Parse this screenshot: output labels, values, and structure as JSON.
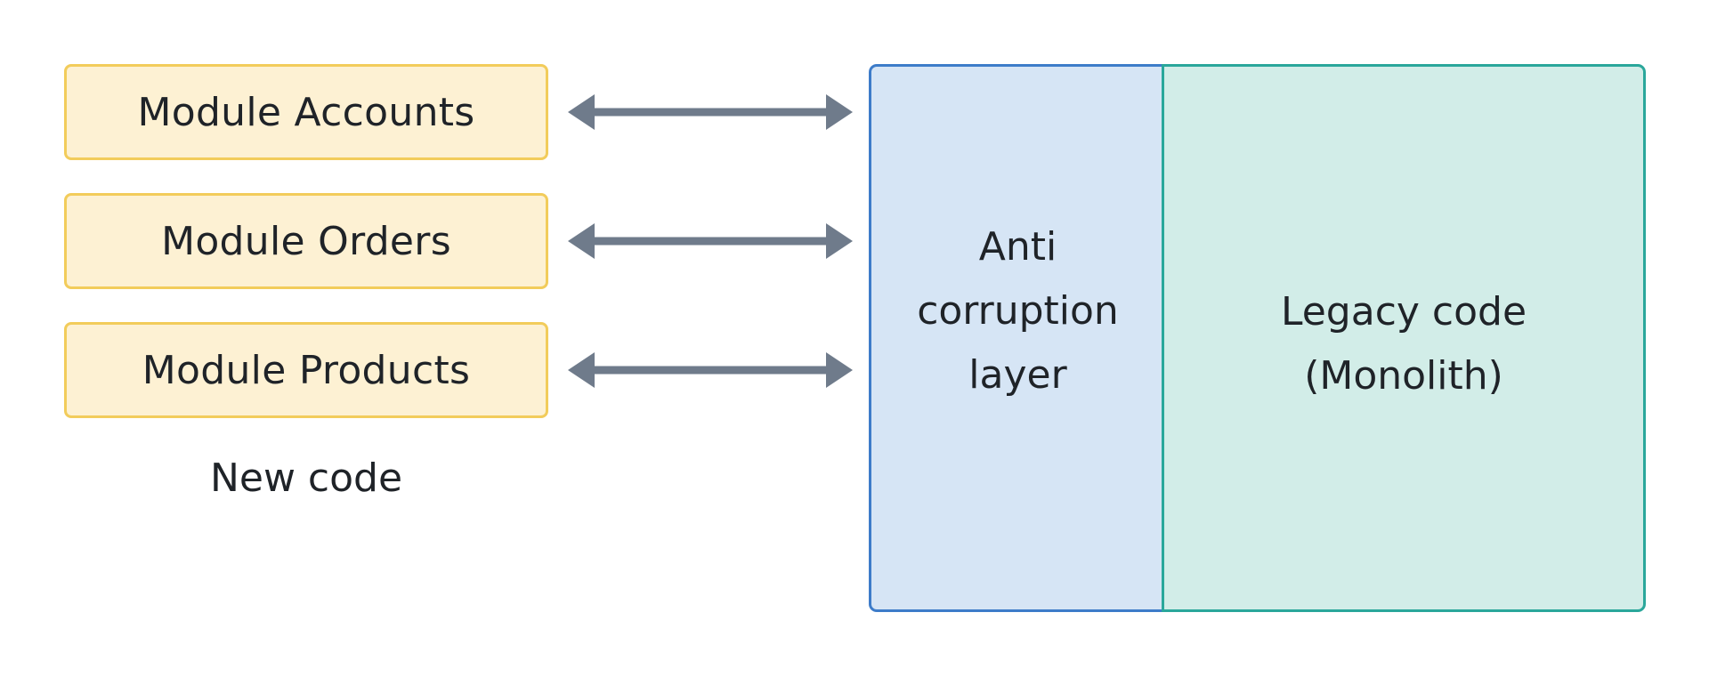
{
  "new_code": {
    "modules": [
      "Module Accounts",
      "Module Orders",
      "Module Products"
    ],
    "caption": "New code"
  },
  "anti_corruption_layer": {
    "lines": [
      "Anti",
      "corruption",
      "layer"
    ]
  },
  "legacy": {
    "lines": [
      "Legacy code",
      "(Monolith)"
    ]
  },
  "colors": {
    "module_fill": "#fdf1d3",
    "module_border": "#f2cc5b",
    "acl_fill": "#d6e5f5",
    "acl_border": "#3d7cc9",
    "legacy_fill": "#d2ede8",
    "legacy_border": "#2aa79b",
    "arrow": "#6f7b8b"
  }
}
